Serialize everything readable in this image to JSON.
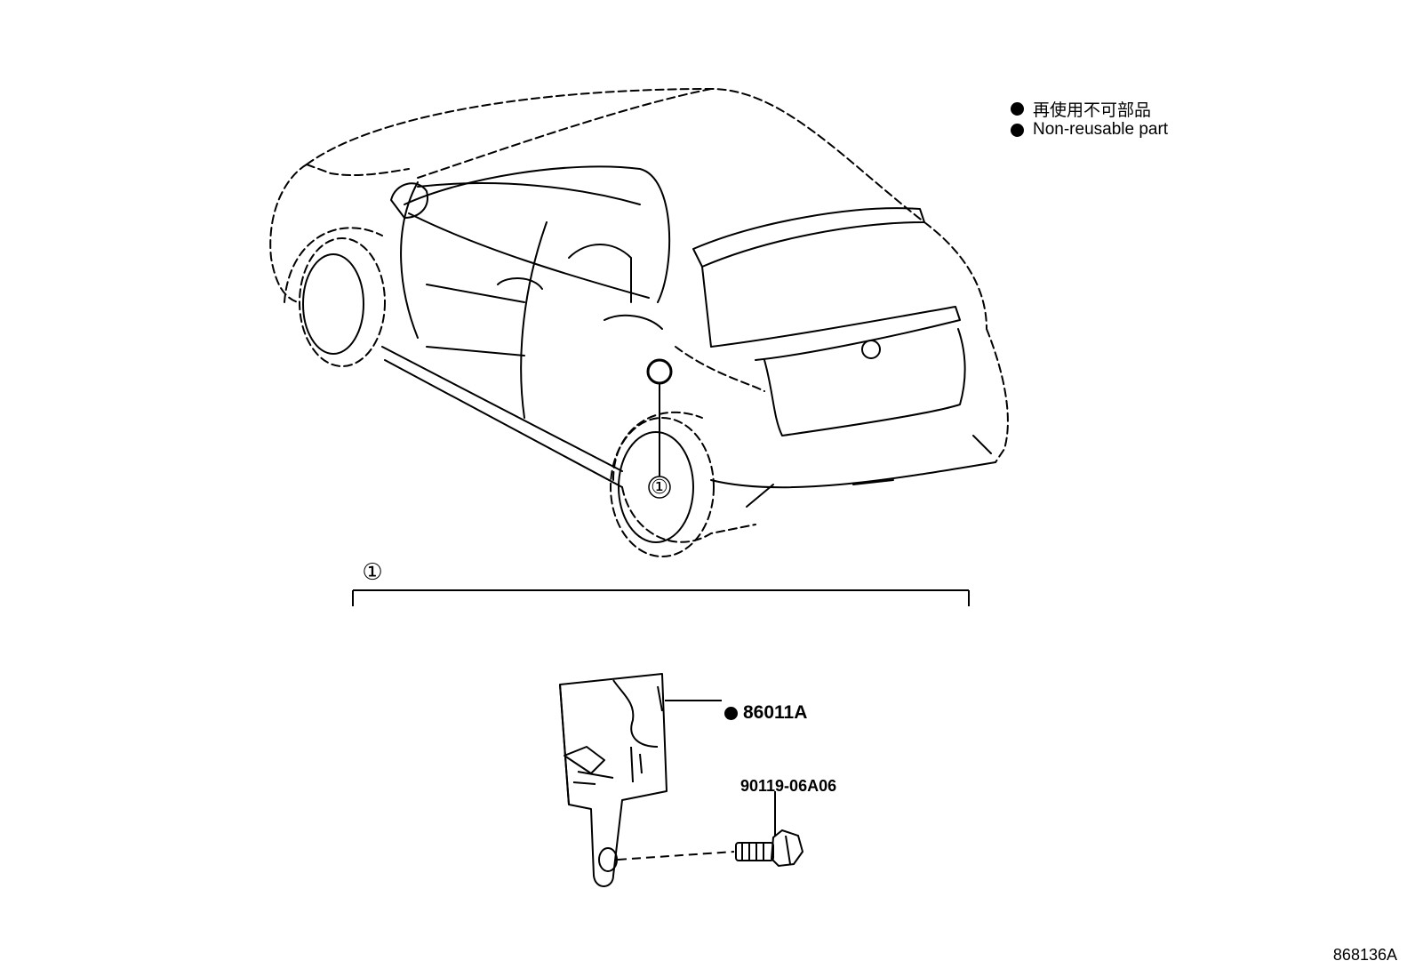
{
  "legend": {
    "non_reusable_ja": "再使用不可部品",
    "non_reusable_en": "Non-reusable part"
  },
  "callouts": {
    "main_ref": "①",
    "vehicle_ref": "①"
  },
  "parts": {
    "sensor_part_no": "86011A",
    "sensor_non_reusable": true,
    "bolt_part_no": "90119-06A06"
  },
  "figure_code": "868136A"
}
